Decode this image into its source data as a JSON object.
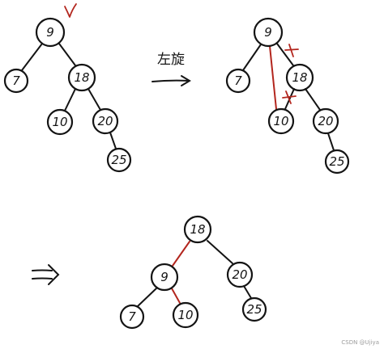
{
  "colors": {
    "ink": "#141414",
    "mark": "#b3261e",
    "watermark": "#9c9c9c",
    "background": "#ffffff"
  },
  "icons": {
    "check": "check-mark-icon",
    "cross": "cross-mark-icon",
    "arrow": "right-arrow-icon",
    "implies": "double-arrow-icon"
  },
  "before": {
    "n9": "9",
    "n7": "7",
    "n18": "18",
    "n10": "10",
    "n20": "20",
    "n25": "25"
  },
  "rotation": {
    "label": "左旋"
  },
  "during": {
    "n9": "9",
    "n7": "7",
    "n18": "18",
    "n10": "10",
    "n20": "20",
    "n25": "25"
  },
  "after": {
    "n18": "18",
    "n9": "9",
    "n20": "20",
    "n7": "7",
    "n10": "10",
    "n25": "25"
  },
  "watermark": "CSDN @Ujiya"
}
